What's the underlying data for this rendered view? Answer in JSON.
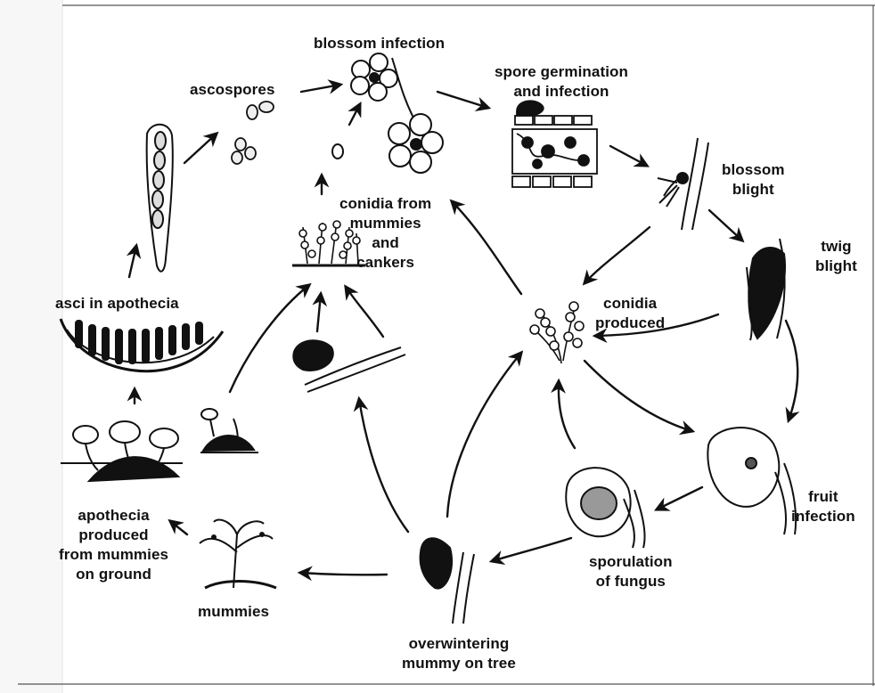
{
  "title": "",
  "labels": {
    "blossom_infection": [
      "blossom infection"
    ],
    "ascospores": [
      "ascospores"
    ],
    "spore_germination": [
      "spore germination",
      "and infection"
    ],
    "blossom_blight": [
      "blossom",
      "blight"
    ],
    "twig_blight": [
      "twig",
      "blight"
    ],
    "conidia_mummies": [
      "conidia from",
      "mummies",
      "and",
      "cankers"
    ],
    "asci_apothecia": [
      "asci in apothecia"
    ],
    "conidia_produced": [
      "conidia",
      "produced"
    ],
    "fruit_infection": [
      "fruit",
      "infection"
    ],
    "sporulation": [
      "sporulation",
      "of fungus"
    ],
    "apothecia_ground": [
      "apothecia",
      "produced",
      "from mummies",
      "on ground"
    ],
    "mummies": [
      "mummies"
    ],
    "overwintering": [
      "overwintering",
      "mummy on tree"
    ]
  },
  "colors": {
    "ink": "#111111",
    "background": "#ffffff",
    "margin": "#f7f7f7",
    "border": "#555555"
  }
}
